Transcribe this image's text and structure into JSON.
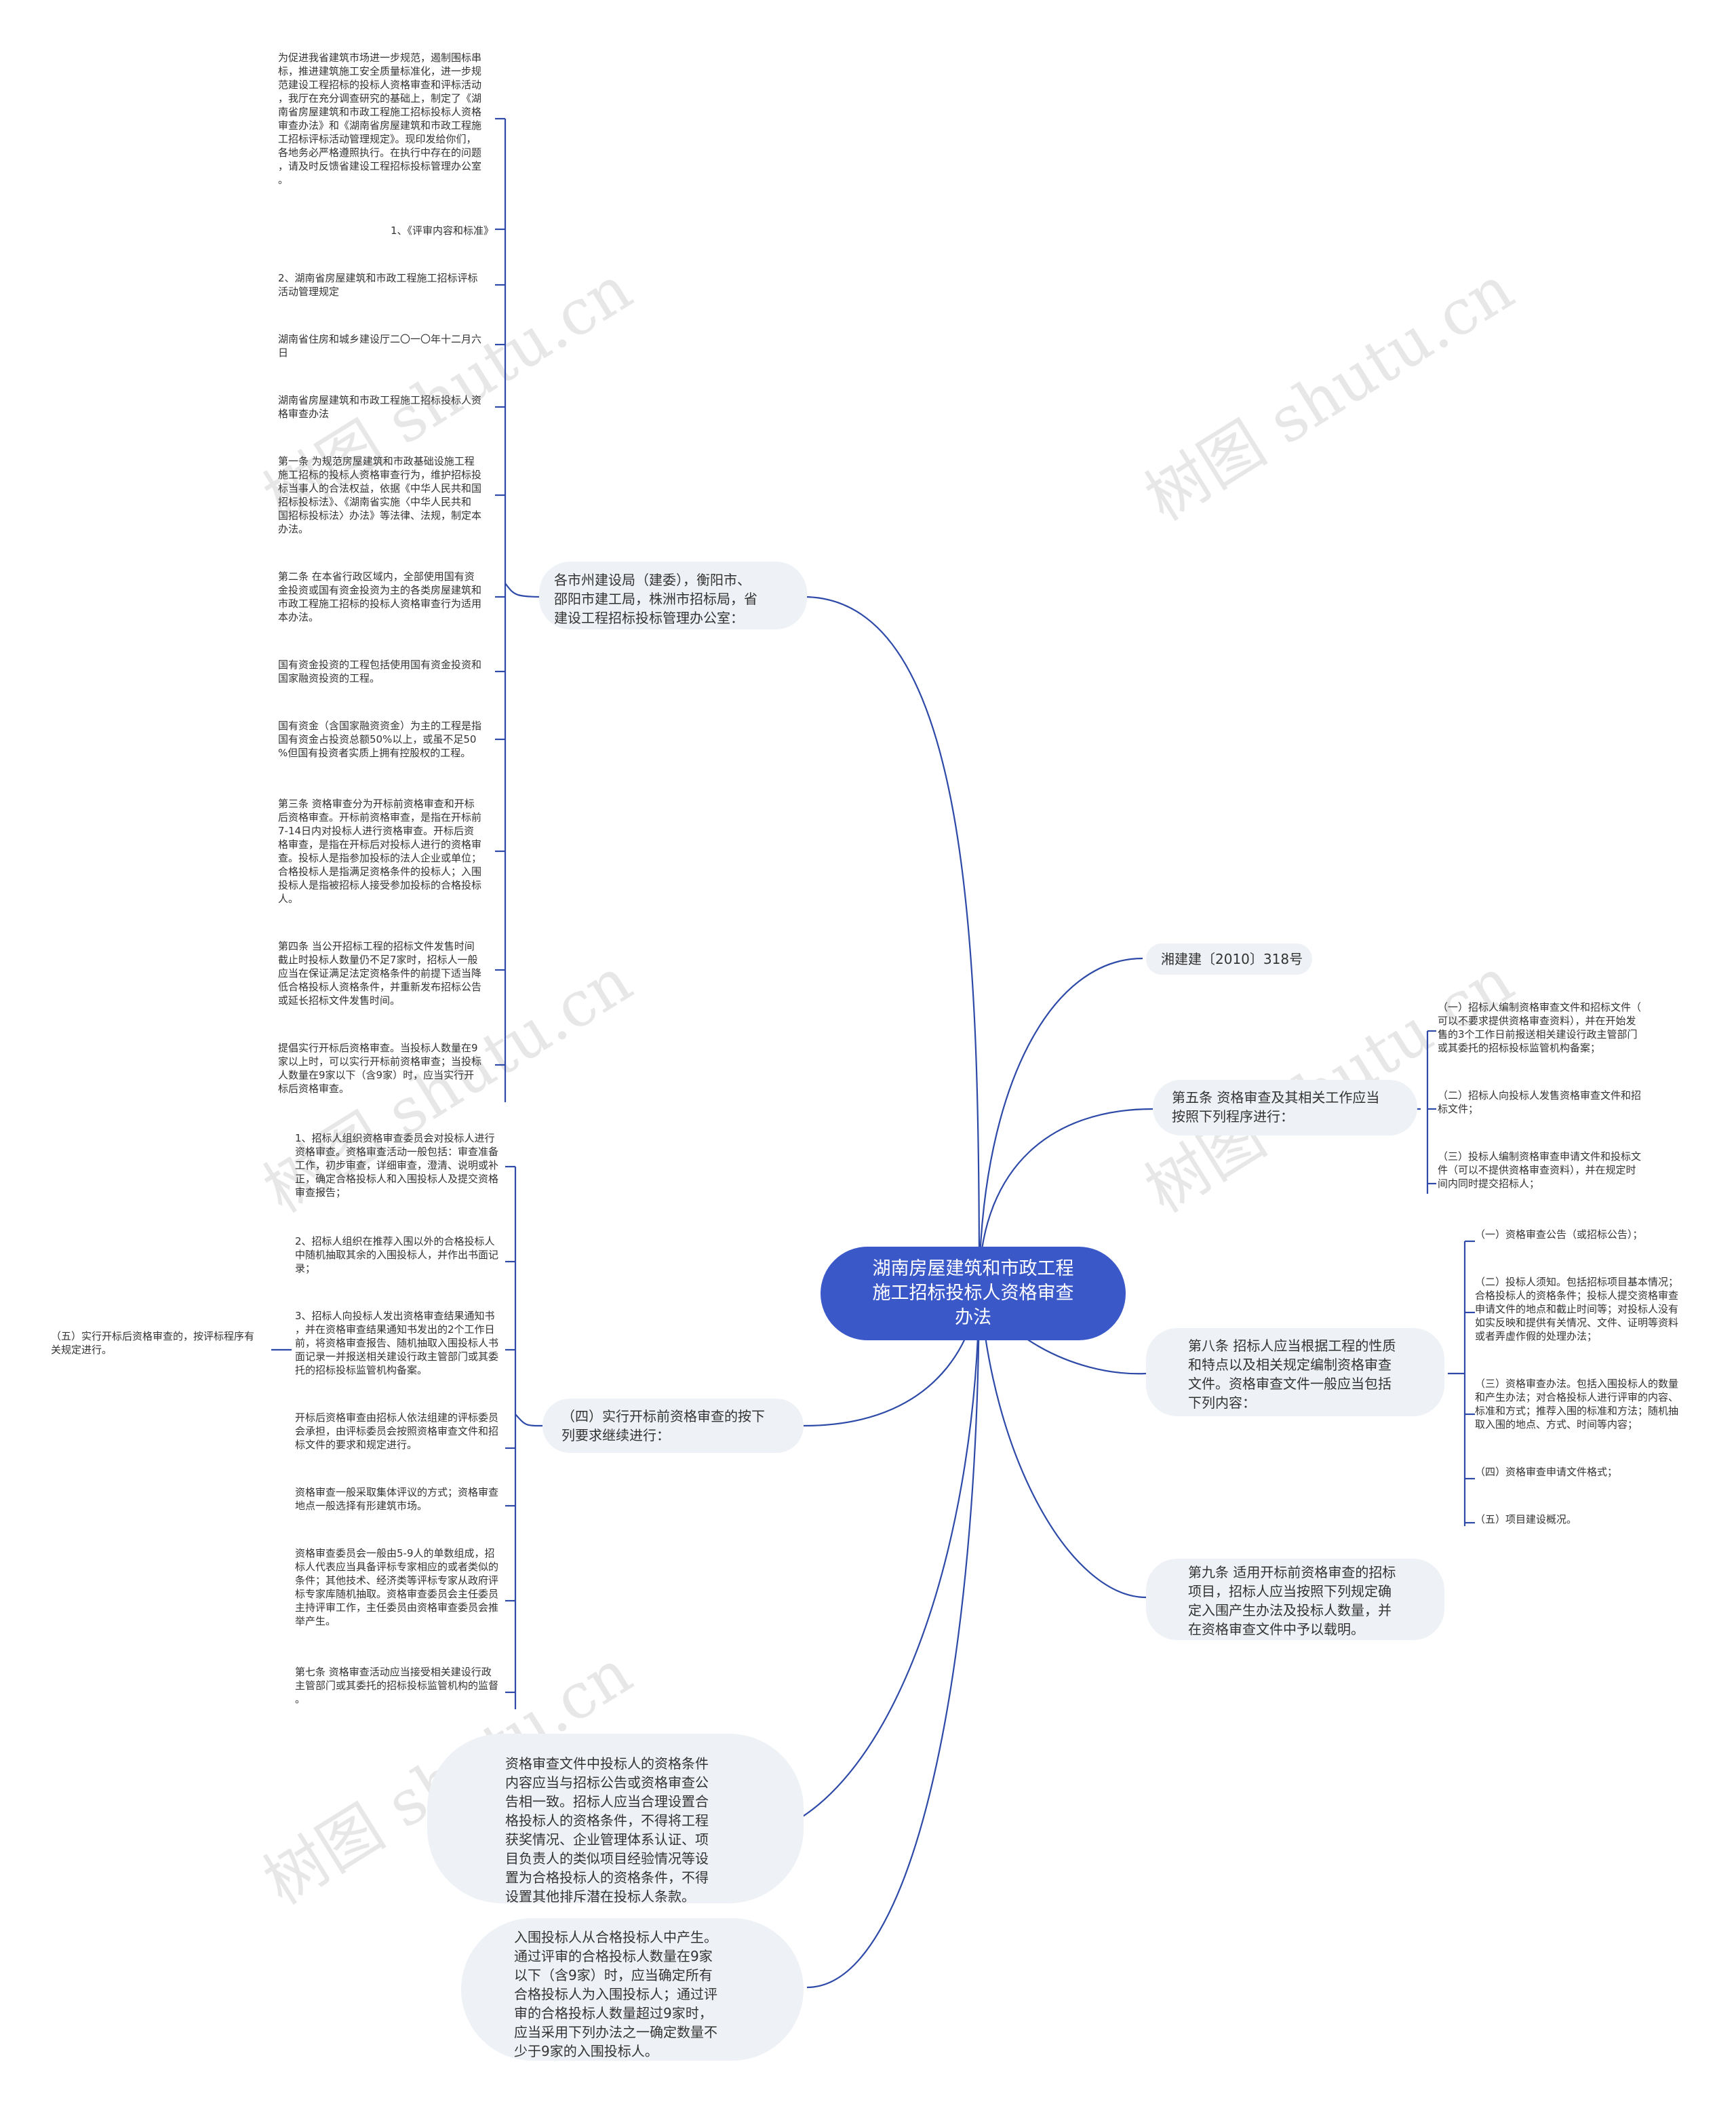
{
  "root": {
    "label": "湖南房屋建筑和市政工程\n施工招标投标人资格审查\n办法"
  },
  "left_top_branch": {
    "label": "各市州建设局（建委），衡阳市、\n邵阳市建工局，株洲市招标局，省\n建设工程招标投标管理办公室：",
    "leaves": [
      "为促进我省建筑市场进一步规范，遏制围标串\n标，推进建筑施工安全质量标准化，进一步规\n范建设工程招标的投标人资格审查和评标活动\n，我厅在充分调查研究的基础上，制定了《湖\n南省房屋建筑和市政工程施工招标投标人资格\n审查办法》和《湖南省房屋建筑和市政工程施\n工招标评标活动管理规定》。现印发给你们，\n各地务必严格遵照执行。在执行中存在的问题\n，请及时反馈省建设工程招标投标管理办公室\n。",
      "1、《评审内容和标准》",
      "2、湖南省房屋建筑和市政工程施工招标评标\n活动管理规定",
      "湖南省住房和城乡建设厅二〇一〇年十二月六\n日",
      "湖南省房屋建筑和市政工程施工招标投标人资\n格审查办法",
      "第一条 为规范房屋建筑和市政基础设施工程\n施工招标的投标人资格审查行为，维护招标投\n标当事人的合法权益，依据《中华人民共和国\n招标投标法》、《湖南省实施〈中华人民共和\n国招标投标法〉办法》等法律、法规，制定本\n办法。",
      "第二条 在本省行政区域内，全部使用国有资\n金投资或国有资金投资为主的各类房屋建筑和\n市政工程施工招标的投标人资格审查行为适用\n本办法。",
      "国有资金投资的工程包括使用国有资金投资和\n国家融资投资的工程。",
      "国有资金（含国家融资资金）为主的工程是指\n国有资金占投资总额50%以上，或虽不足50\n%但国有投资者实质上拥有控股权的工程。",
      "第三条 资格审查分为开标前资格审查和开标\n后资格审查。开标前资格审查，是指在开标前\n7-14日内对投标人进行资格审查。开标后资\n格审查，是指在开标后对投标人进行的资格审\n查。投标人是指参加投标的法人企业或单位；\n合格投标人是指满足资格条件的投标人；入围\n投标人是指被招标人接受参加投标的合格投标\n人。",
      "第四条 当公开招标工程的招标文件发售时间\n截止时投标人数量仍不足7家时，招标人一般\n应当在保证满足法定资格条件的前提下适当降\n低合格投标人资格条件，并重新发布招标公告\n或延长招标文件发售时间。",
      "提倡实行开标后资格审查。当投标人数量在9\n家以上时，可以实行开标前资格审查；当投标\n人数量在9家以下（含9家）时，应当实行开\n标后资格审查。"
    ]
  },
  "left_mid_branch": {
    "label": "（四）实行开标前资格审查的按下\n列要求继续进行：",
    "leaves": [
      "1、招标人组织资格审查委员会对投标人进行\n资格审查。资格审查活动一般包括：审查准备\n工作，初步审查，详细审查，澄清、说明或补\n正，确定合格投标人和入围投标人及提交资格\n审查报告；",
      "2、招标人组织在推荐入围以外的合格投标人\n中随机抽取其余的入围投标人，并作出书面记\n录；",
      "3、招标人向投标人发出资格审查结果通知书\n，并在资格审查结果通知书发出的2个工作日\n前，将资格审查报告、随机抽取入围投标人书\n面记录一并报送相关建设行政主管部门或其委\n托的招标投标监管机构备案。",
      "开标后资格审查由招标人依法组建的评标委员\n会承担，由评标委员会按照资格审查文件和招\n标文件的要求和规定进行。",
      "资格审查一般采取集体评议的方式；资格审查\n地点一般选择有形建筑市场。",
      "资格审查委员会一般由5-9人的单数组成，招\n标人代表应当具备评标专家相应的或者类似的\n条件；其他技术、经济类等评标专家从政府评\n标专家库随机抽取。资格审查委员会主任委员\n主持评审工作，主任委员由资格审查委员会推\n举产生。",
      "第七条 资格审查活动应当接受相关建设行政\n主管部门或其委托的招标投标监管机构的监督\n。"
    ],
    "sub_leaf": "（五）实行开标后资格审查的，按评标程序有\n关规定进行。"
  },
  "left_bottom_nodes": [
    "资格审查文件中投标人的资格条件\n内容应当与招标公告或资格审查公\n告相一致。招标人应当合理设置合\n格投标人的资格条件，不得将工程\n获奖情况、企业管理体系认证、项\n目负责人的类似项目经验情况等设\n置为合格投标人的资格条件，不得\n设置其他排斥潜在投标人条款。",
    "入围投标人从合格投标人中产生。\n通过评审的合格投标人数量在9家\n以下（含9家）时，应当确定所有\n合格投标人为入围投标人；通过评\n审的合格投标人数量超过9家时，\n应当采用下列办法之一确定数量不\n少于9家的入围投标人。"
  ],
  "right_nodes": {
    "doc_number": "湘建建〔2010〕318号",
    "article5": {
      "label": "第五条 资格审查及其相关工作应当\n按照下列程序进行：",
      "leaves": [
        "（一）招标人编制资格审查文件和招标文件（\n可以不要求提供资格审查资料），并在开始发\n售的3个工作日前报送相关建设行政主管部门\n或其委托的招标投标监管机构备案；",
        "（二）招标人向投标人发售资格审查文件和招\n标文件；",
        "（三）投标人编制资格审查申请文件和投标文\n件（可以不提供资格审查资料），并在规定时\n间内同时提交招标人；"
      ]
    },
    "article8": {
      "label": "第八条 招标人应当根据工程的性质\n和特点以及相关规定编制资格审查\n文件。资格审查文件一般应当包括\n下列内容：",
      "leaves": [
        "（一）资格审查公告（或招标公告）；",
        "（二）投标人须知。包括招标项目基本情况；\n合格投标人的资格条件；投标人提交资格审查\n申请文件的地点和截止时间等；对投标人没有\n如实反映和提供有关情况、文件、证明等资料\n或者弄虚作假的处理办法；",
        "（三）资格审查办法。包括入围投标人的数量\n和产生办法；对合格投标人进行评审的内容、\n标准和方式；推荐入围的标准和方法；随机抽\n取入围的地点、方式、时间等内容；",
        "（四）资格审查申请文件格式；",
        "（五）项目建设概况。"
      ]
    },
    "article9": {
      "label": "第九条 适用开标前资格审查的招标\n项目，招标人应当按照下列规定确\n定入围产生办法及投标人数量，并\n在资格审查文件中予以载明。"
    }
  },
  "watermarks": [
    "树图 shutu.cn",
    "树图 shutu.cn",
    "树图 shutu.cn",
    "树图 shutu.cn",
    "树图 shutu.cn"
  ],
  "colors": {
    "root_fill": "#3b58c8",
    "node_fill": "#eef1f5",
    "edge": "#2e4aa8",
    "text": "#333333"
  }
}
